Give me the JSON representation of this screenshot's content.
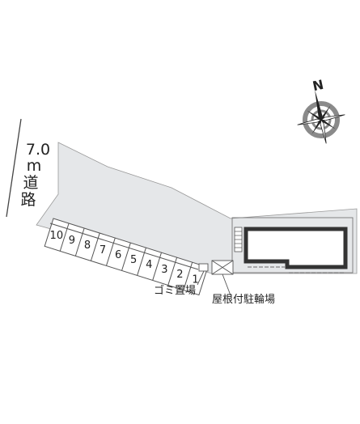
{
  "road": {
    "width_label": "7.0",
    "unit_label": "m",
    "name_line1": "道",
    "name_line2": "路"
  },
  "parking": {
    "spaces": [
      "10",
      "9",
      "8",
      "7",
      "6",
      "5",
      "4",
      "3",
      "2",
      "1"
    ]
  },
  "facilities": {
    "garbage": "ゴミ置場",
    "bicycle": "屋根付駐輪場"
  },
  "compass": {
    "north_label": "N"
  },
  "colors": {
    "lot_fill": "#e5e7e9",
    "building_outline": "#333333",
    "line": "#555555"
  }
}
